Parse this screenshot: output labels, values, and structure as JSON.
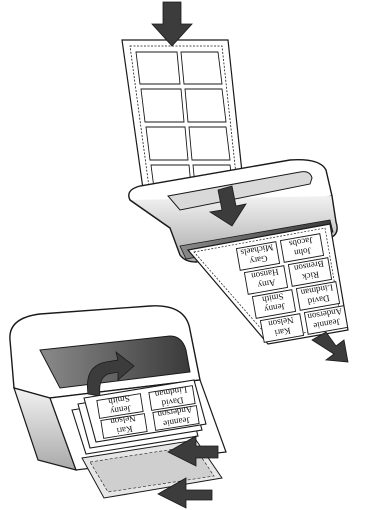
{
  "illustration": {
    "description_hidden": false,
    "top_printed_sheet": {
      "cards": [
        {
          "line1": "John",
          "line2": "Jacobs"
        },
        {
          "line1": "Gary",
          "line2": "Michaels"
        },
        {
          "line1": "Rick",
          "line2": "Brenson"
        },
        {
          "line1": "Amy",
          "line2": "Hanson"
        },
        {
          "line1": "David",
          "line2": "Lindman"
        },
        {
          "line1": "Jenny",
          "line2": "Smith"
        },
        {
          "line1": "Jeannie",
          "line2": "Anderson"
        },
        {
          "line1": "Kari",
          "line2": "Nelson"
        }
      ]
    },
    "bottom_printed_sheet": {
      "cards": [
        {
          "line1": "David",
          "line2": "Lindman"
        },
        {
          "line1": "Jenny",
          "line2": "Smith"
        },
        {
          "line1": "Jeannie",
          "line2": "Anderson"
        },
        {
          "line1": "Kari",
          "line2": "Nelson"
        }
      ]
    },
    "colors": {
      "arrow_fill": "#3c3c3c",
      "outline": "#1a1a1a",
      "printer_body": "#ffffff",
      "printer_shadow": "#bdbdbd",
      "slot_dark": "#555555"
    }
  }
}
